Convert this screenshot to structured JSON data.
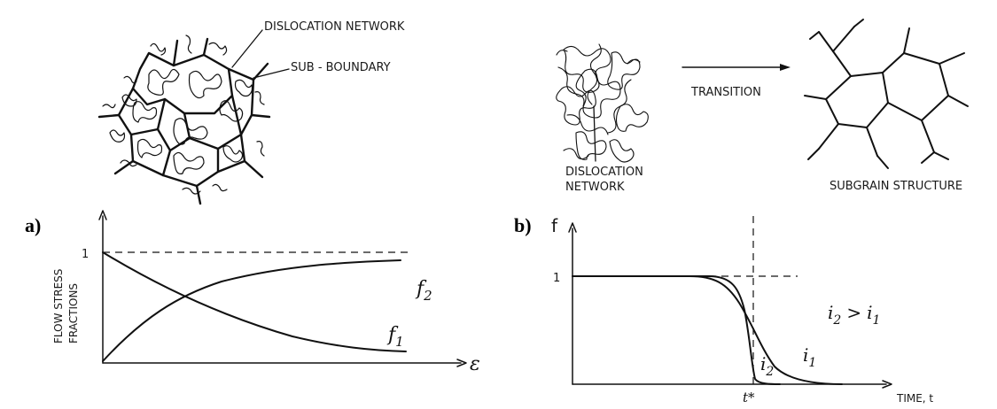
{
  "panel_a": {
    "letter": "a)",
    "sketch": {
      "label_network": "DISLOCATION NETWORK",
      "label_boundary": "SUB - BOUNDARY"
    },
    "plot": {
      "ylabel_line1": "FLOW STRESS",
      "ylabel_line2": "FRACTIONS",
      "y_tick": "1",
      "x_symbol": "ε",
      "curve1_base": "f",
      "curve1_sub": "1",
      "curve2_base": "f",
      "curve2_sub": "2"
    }
  },
  "panel_b": {
    "letter": "b)",
    "sketch": {
      "label_network_line1": "DISLOCATION",
      "label_network_line2": "NETWORK",
      "label_transition": "TRANSITION",
      "label_structure": "SUBGRAIN STRUCTURE"
    },
    "plot": {
      "y_symbol": "f",
      "y_tick": "1",
      "x_tick": "t*",
      "xlabel": "TIME, t",
      "relation_i2": "i",
      "relation_i2_sub": "2",
      "relation_gt": ">",
      "relation_i1": "i",
      "relation_i1_sub": "1",
      "curve_i1": "i",
      "curve_i1_sub": "1",
      "curve_i2": "i",
      "curve_i2_sub": "2"
    }
  }
}
